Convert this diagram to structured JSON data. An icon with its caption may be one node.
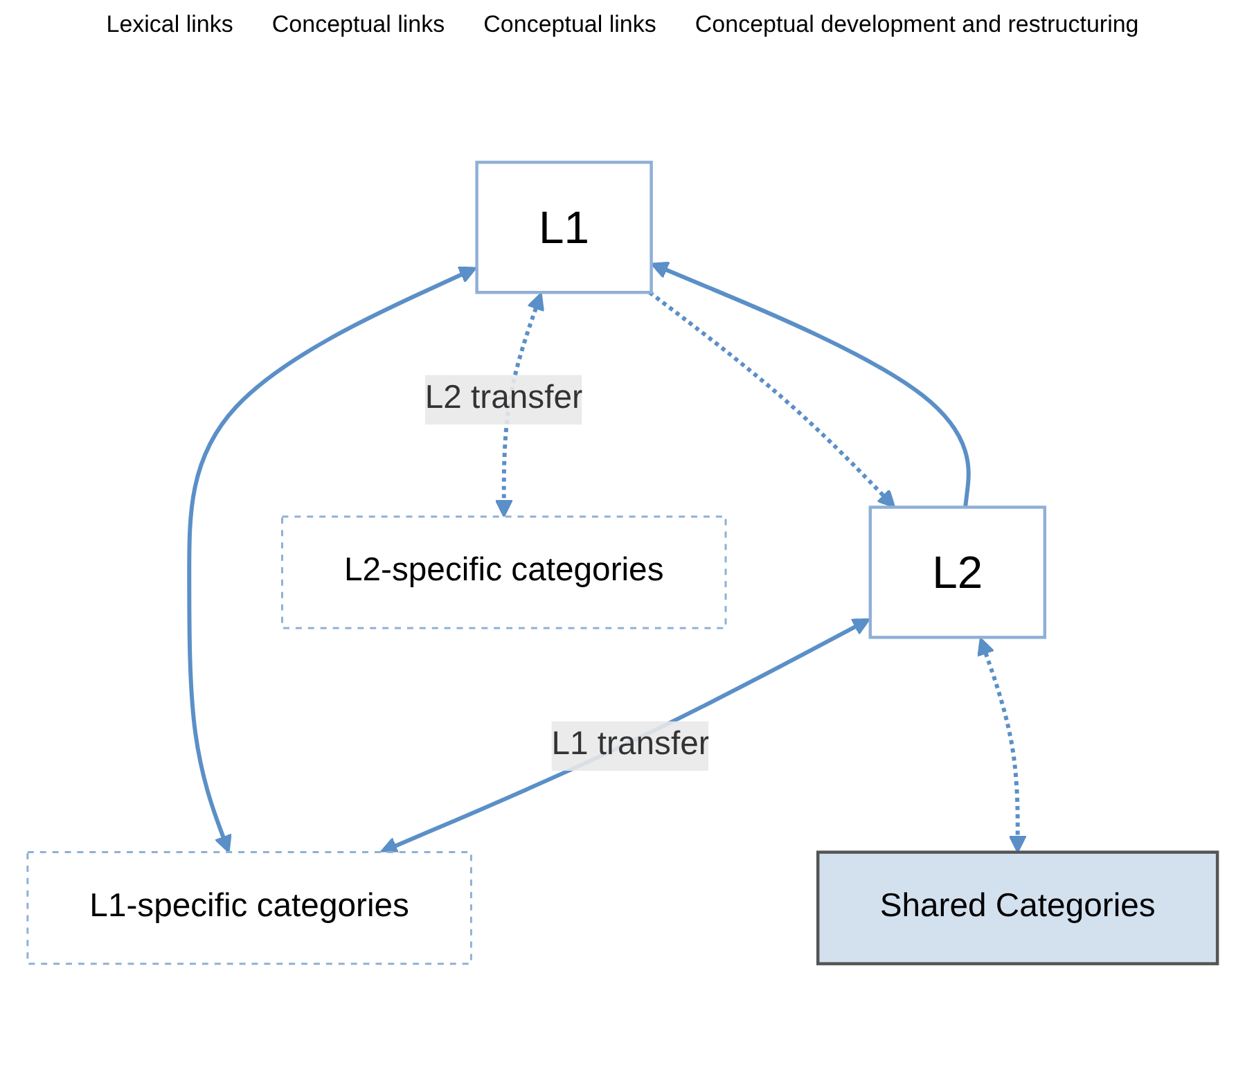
{
  "diagram": {
    "nodes": [
      {
        "text": [
          "L1"
        ]
      },
      {
        "text": [
          "L2"
        ]
      },
      {
        "text": [
          "L1-specific categories"
        ]
      },
      {
        "text": [
          "Shared Categories"
        ]
      },
      {
        "text": [
          "L2-specific categories"
        ]
      }
    ],
    "edges": [
      {
        "from": 1,
        "to": 0,
        "arrow": "to"
      },
      {
        "from": 0,
        "to": 1,
        "arrow": "to",
        "style": "dashed"
      },
      {
        "from": 0,
        "to": 2,
        "arrow": "both"
      },
      {
        "from": 1,
        "to": 2,
        "arrow": "both",
        "label": "L1 transfer"
      },
      {
        "from": 1,
        "to": 3,
        "arrow": "both",
        "style": "dashed"
      },
      {
        "from": 0,
        "to": 4,
        "arrow": "both",
        "style": "dashed",
        "label": "L2 transfer"
      }
    ],
    "labels": [
      "Lexical links",
      "Conceptual links",
      "Conceptual links",
      "Conceptual development and restructuring"
    ]
  }
}
